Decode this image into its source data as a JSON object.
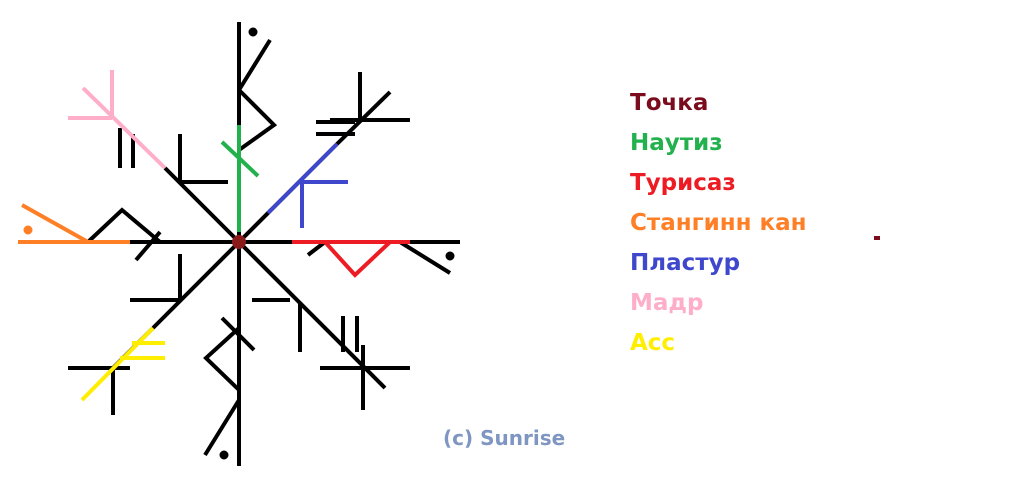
{
  "legend": {
    "items": [
      {
        "label": "Точка",
        "color": "#7a0c1e"
      },
      {
        "label": "Наутиз",
        "color": "#22b14c"
      },
      {
        "label": "Турисаз",
        "color": "#ed1c24"
      },
      {
        "label": "Стангинн кан",
        "color": "#ff7f27"
      },
      {
        "label": "Пластур",
        "color": "#3f48cc"
      },
      {
        "label": "Мадр",
        "color": "#ffaec9"
      },
      {
        "label": "Асс",
        "color": "#ffee00"
      }
    ]
  },
  "credit": "(c) Sunrise",
  "colors": {
    "ink": "#000000",
    "center": "#8b1a1a",
    "credit": "#7e96c1",
    "background": "#ffffff"
  }
}
